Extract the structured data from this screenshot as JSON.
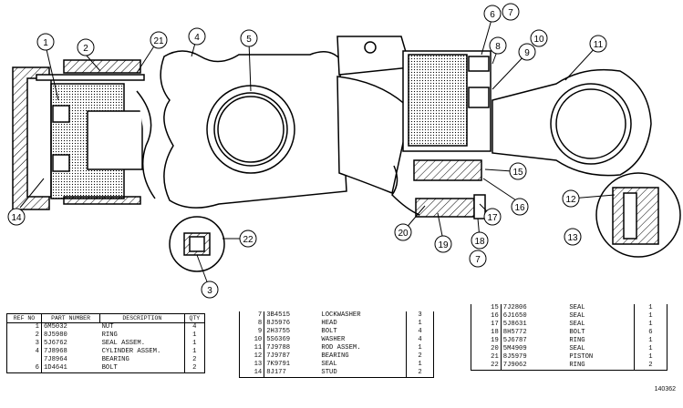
{
  "callouts": [
    {
      "id": "c1",
      "label": "1"
    },
    {
      "id": "c2",
      "label": "2"
    },
    {
      "id": "c21",
      "label": "21"
    },
    {
      "id": "c4",
      "label": "4"
    },
    {
      "id": "c5",
      "label": "5"
    },
    {
      "id": "c6",
      "label": "6"
    },
    {
      "id": "c7a",
      "label": "7"
    },
    {
      "id": "c8",
      "label": "8"
    },
    {
      "id": "c10",
      "label": "10"
    },
    {
      "id": "c9",
      "label": "9"
    },
    {
      "id": "c11",
      "label": "11"
    },
    {
      "id": "c14",
      "label": "14"
    },
    {
      "id": "c15",
      "label": "15"
    },
    {
      "id": "c16",
      "label": "16"
    },
    {
      "id": "c17",
      "label": "17"
    },
    {
      "id": "c12",
      "label": "12"
    },
    {
      "id": "c13",
      "label": "13"
    },
    {
      "id": "c20",
      "label": "20"
    },
    {
      "id": "c19",
      "label": "19"
    },
    {
      "id": "c18",
      "label": "18"
    },
    {
      "id": "c7b",
      "label": "7"
    },
    {
      "id": "c22",
      "label": "22"
    },
    {
      "id": "c3",
      "label": "3"
    }
  ],
  "table_headers": {
    "ref_no": "REF NO",
    "part_number": "PART NUMBER",
    "description": "DESCRIPTION",
    "qty": "QTY"
  },
  "table1": [
    {
      "no": "1",
      "part": "6M5032",
      "desc": "NUT",
      "qty": "4"
    },
    {
      "no": "2",
      "part": "8J5980",
      "desc": "RING",
      "qty": "1"
    },
    {
      "no": "3",
      "part": "5J6762",
      "desc": "SEAL ASSEM.",
      "qty": "1"
    },
    {
      "no": "4",
      "part": "7J8968",
      "desc": "CYLINDER ASSEM.",
      "qty": "1"
    },
    {
      "no": "",
      "part": "7J8964",
      "desc": "  BEARING",
      "qty": "2"
    },
    {
      "no": "6",
      "part": "1D4641",
      "desc": "BOLT",
      "qty": "2"
    }
  ],
  "table2": [
    {
      "no": "7",
      "part": "3B4515",
      "desc": "LOCKWASHER",
      "qty": "3"
    },
    {
      "no": "8",
      "part": "8J5976",
      "desc": "HEAD",
      "qty": "1"
    },
    {
      "no": "9",
      "part": "2H3755",
      "desc": "BOLT",
      "qty": "4"
    },
    {
      "no": "10",
      "part": "5S6369",
      "desc": "WASHER",
      "qty": "4"
    },
    {
      "no": "11",
      "part": "7J9788",
      "desc": "ROD ASSEM.",
      "qty": "1"
    },
    {
      "no": "12",
      "part": "7J9787",
      "desc": "  BEARING",
      "qty": "2"
    },
    {
      "no": "13",
      "part": "7K9791",
      "desc": "SEAL",
      "qty": "1"
    },
    {
      "no": "14",
      "part": "8J177",
      "desc": "STUD",
      "qty": "2"
    }
  ],
  "table3": [
    {
      "no": "15",
      "part": "7J2806",
      "desc": "SEAL",
      "qty": "1"
    },
    {
      "no": "16",
      "part": "6J1650",
      "desc": "SEAL",
      "qty": "1"
    },
    {
      "no": "17",
      "part": "5J8631",
      "desc": "SEAL",
      "qty": "1"
    },
    {
      "no": "18",
      "part": "8H5772",
      "desc": "BOLT",
      "qty": "6"
    },
    {
      "no": "19",
      "part": "5J6787",
      "desc": "RING",
      "qty": "1"
    },
    {
      "no": "20",
      "part": "5M4909",
      "desc": "SEAL",
      "qty": "1"
    },
    {
      "no": "21",
      "part": "8J5979",
      "desc": "PISTON",
      "qty": "1"
    },
    {
      "no": "22",
      "part": "7J9062",
      "desc": "RING",
      "qty": "2"
    }
  ],
  "figure_ref": "140362"
}
